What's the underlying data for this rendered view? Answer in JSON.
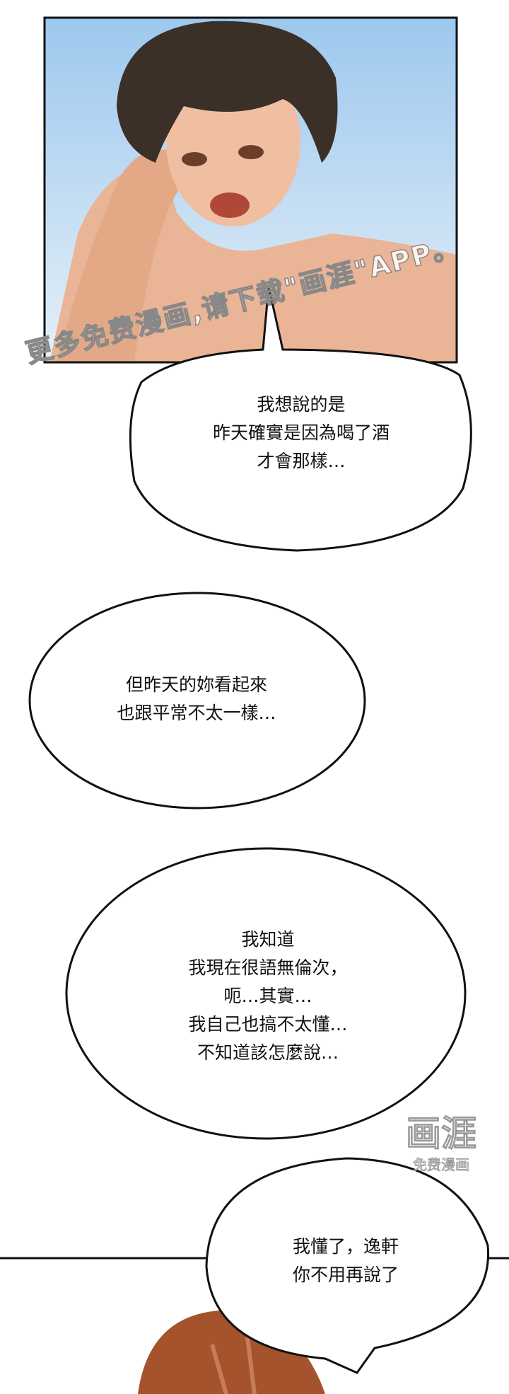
{
  "watermark": {
    "banner": "更多免费漫画,请下载\"画涯\"APP。",
    "logo_title": "画涯",
    "logo_subtitle": "免费漫画"
  },
  "bubbles": [
    {
      "lines": [
        "我想說的是",
        "昨天確實是因為喝了酒",
        "才會那樣…"
      ]
    },
    {
      "lines": [
        "但昨天的妳看起來",
        "也跟平常不太一樣…"
      ]
    },
    {
      "lines": [
        "我知道",
        "我現在很語無倫次，",
        "呃…其實…",
        "我自己也搞不太懂…",
        "不知道該怎麼說…"
      ]
    },
    {
      "lines": [
        "我懂了，逸軒",
        "你不用再說了"
      ]
    }
  ],
  "colors": {
    "sky_top": "#9cc8ee",
    "sky_bottom": "#e6f0f8",
    "skin": "#eab496",
    "hair_dark": "#3a3028",
    "hair_red": "#a4532c"
  }
}
